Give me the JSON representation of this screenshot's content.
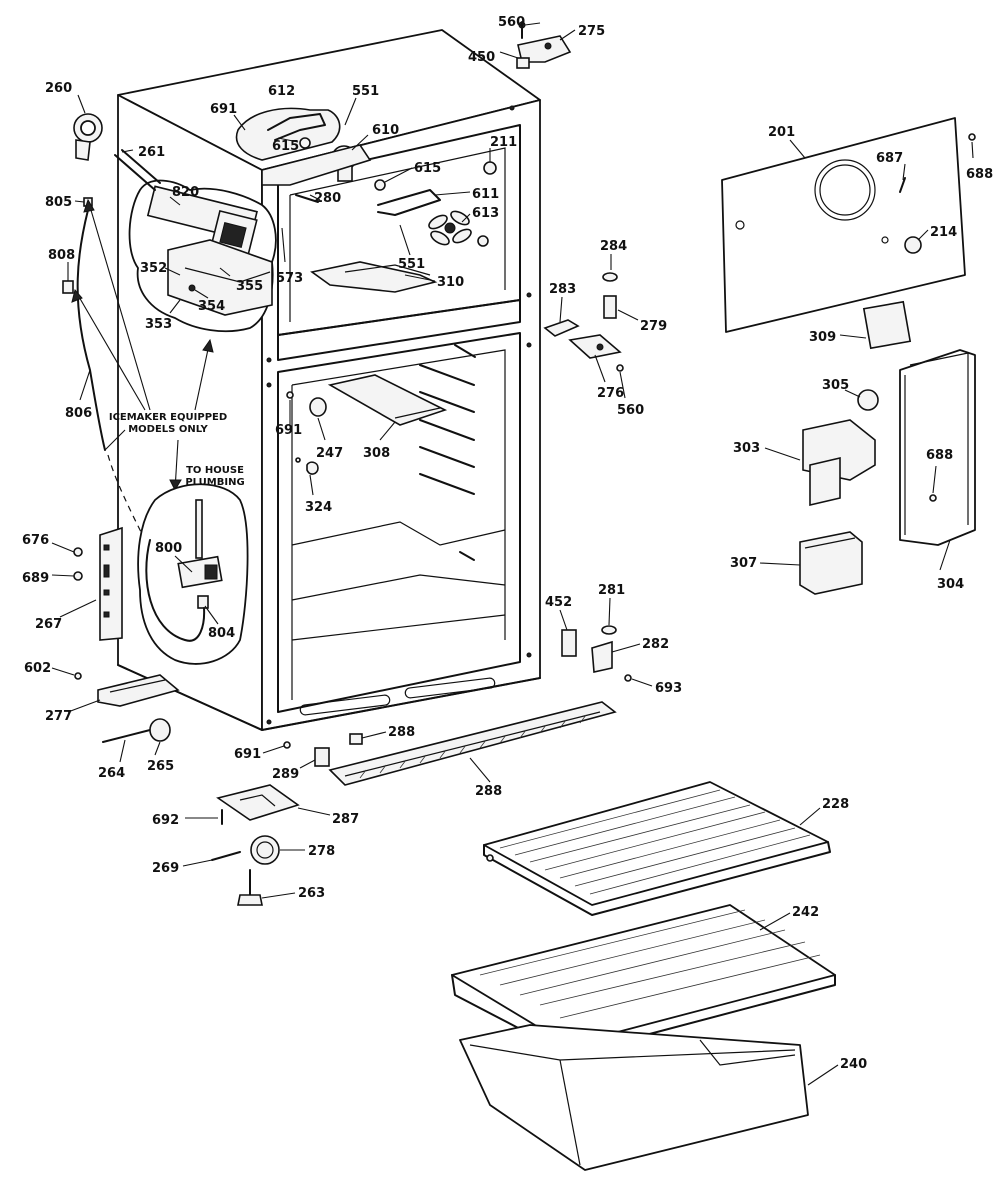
{
  "notes": {
    "icemaker_line1": "ICEMAKER EQUIPPED",
    "icemaker_line2": "MODELS ONLY",
    "plumbing_line1": "TO HOUSE",
    "plumbing_line2": "PLUMBING"
  },
  "labels": [
    {
      "id": "p560a",
      "text": "560"
    },
    {
      "id": "p275",
      "text": "275"
    },
    {
      "id": "p450",
      "text": "450"
    },
    {
      "id": "p260",
      "text": "260"
    },
    {
      "id": "p691a",
      "text": "691"
    },
    {
      "id": "p612",
      "text": "612"
    },
    {
      "id": "p551a",
      "text": "551"
    },
    {
      "id": "p610",
      "text": "610"
    },
    {
      "id": "p615a",
      "text": "615"
    },
    {
      "id": "p261",
      "text": "261"
    },
    {
      "id": "p211",
      "text": "211"
    },
    {
      "id": "p615b",
      "text": "615"
    },
    {
      "id": "p611",
      "text": "611"
    },
    {
      "id": "p820",
      "text": "820"
    },
    {
      "id": "p280",
      "text": "280"
    },
    {
      "id": "p805",
      "text": "805"
    },
    {
      "id": "p613",
      "text": "613"
    },
    {
      "id": "p551b",
      "text": "551"
    },
    {
      "id": "p573",
      "text": "573"
    },
    {
      "id": "p808",
      "text": "808"
    },
    {
      "id": "p352",
      "text": "352"
    },
    {
      "id": "p355",
      "text": "355"
    },
    {
      "id": "p354",
      "text": "354"
    },
    {
      "id": "p353",
      "text": "353"
    },
    {
      "id": "p310",
      "text": "310"
    },
    {
      "id": "p284",
      "text": "284"
    },
    {
      "id": "p283",
      "text": "283"
    },
    {
      "id": "p279",
      "text": "279"
    },
    {
      "id": "p276",
      "text": "276"
    },
    {
      "id": "p560b",
      "text": "560"
    },
    {
      "id": "p201",
      "text": "201"
    },
    {
      "id": "p687",
      "text": "687"
    },
    {
      "id": "p688a",
      "text": "688"
    },
    {
      "id": "p214",
      "text": "214"
    },
    {
      "id": "p309",
      "text": "309"
    },
    {
      "id": "p305",
      "text": "305"
    },
    {
      "id": "p303",
      "text": "303"
    },
    {
      "id": "p688b",
      "text": "688"
    },
    {
      "id": "p307",
      "text": "307"
    },
    {
      "id": "p304",
      "text": "304"
    },
    {
      "id": "p806",
      "text": "806"
    },
    {
      "id": "p691b",
      "text": "691"
    },
    {
      "id": "p247",
      "text": "247"
    },
    {
      "id": "p308",
      "text": "308"
    },
    {
      "id": "p324",
      "text": "324"
    },
    {
      "id": "p800",
      "text": "800"
    },
    {
      "id": "p804",
      "text": "804"
    },
    {
      "id": "p676",
      "text": "676"
    },
    {
      "id": "p689",
      "text": "689"
    },
    {
      "id": "p267",
      "text": "267"
    },
    {
      "id": "p452",
      "text": "452"
    },
    {
      "id": "p281",
      "text": "281"
    },
    {
      "id": "p282",
      "text": "282"
    },
    {
      "id": "p693",
      "text": "693"
    },
    {
      "id": "p602",
      "text": "602"
    },
    {
      "id": "p277",
      "text": "277"
    },
    {
      "id": "p288a",
      "text": "288"
    },
    {
      "id": "p691c",
      "text": "691"
    },
    {
      "id": "p289",
      "text": "289"
    },
    {
      "id": "p288b",
      "text": "288"
    },
    {
      "id": "p264",
      "text": "264"
    },
    {
      "id": "p265",
      "text": "265"
    },
    {
      "id": "p692",
      "text": "692"
    },
    {
      "id": "p287",
      "text": "287"
    },
    {
      "id": "p228",
      "text": "228"
    },
    {
      "id": "p269",
      "text": "269"
    },
    {
      "id": "p278",
      "text": "278"
    },
    {
      "id": "p263",
      "text": "263"
    },
    {
      "id": "p242",
      "text": "242"
    },
    {
      "id": "p240",
      "text": "240"
    }
  ]
}
